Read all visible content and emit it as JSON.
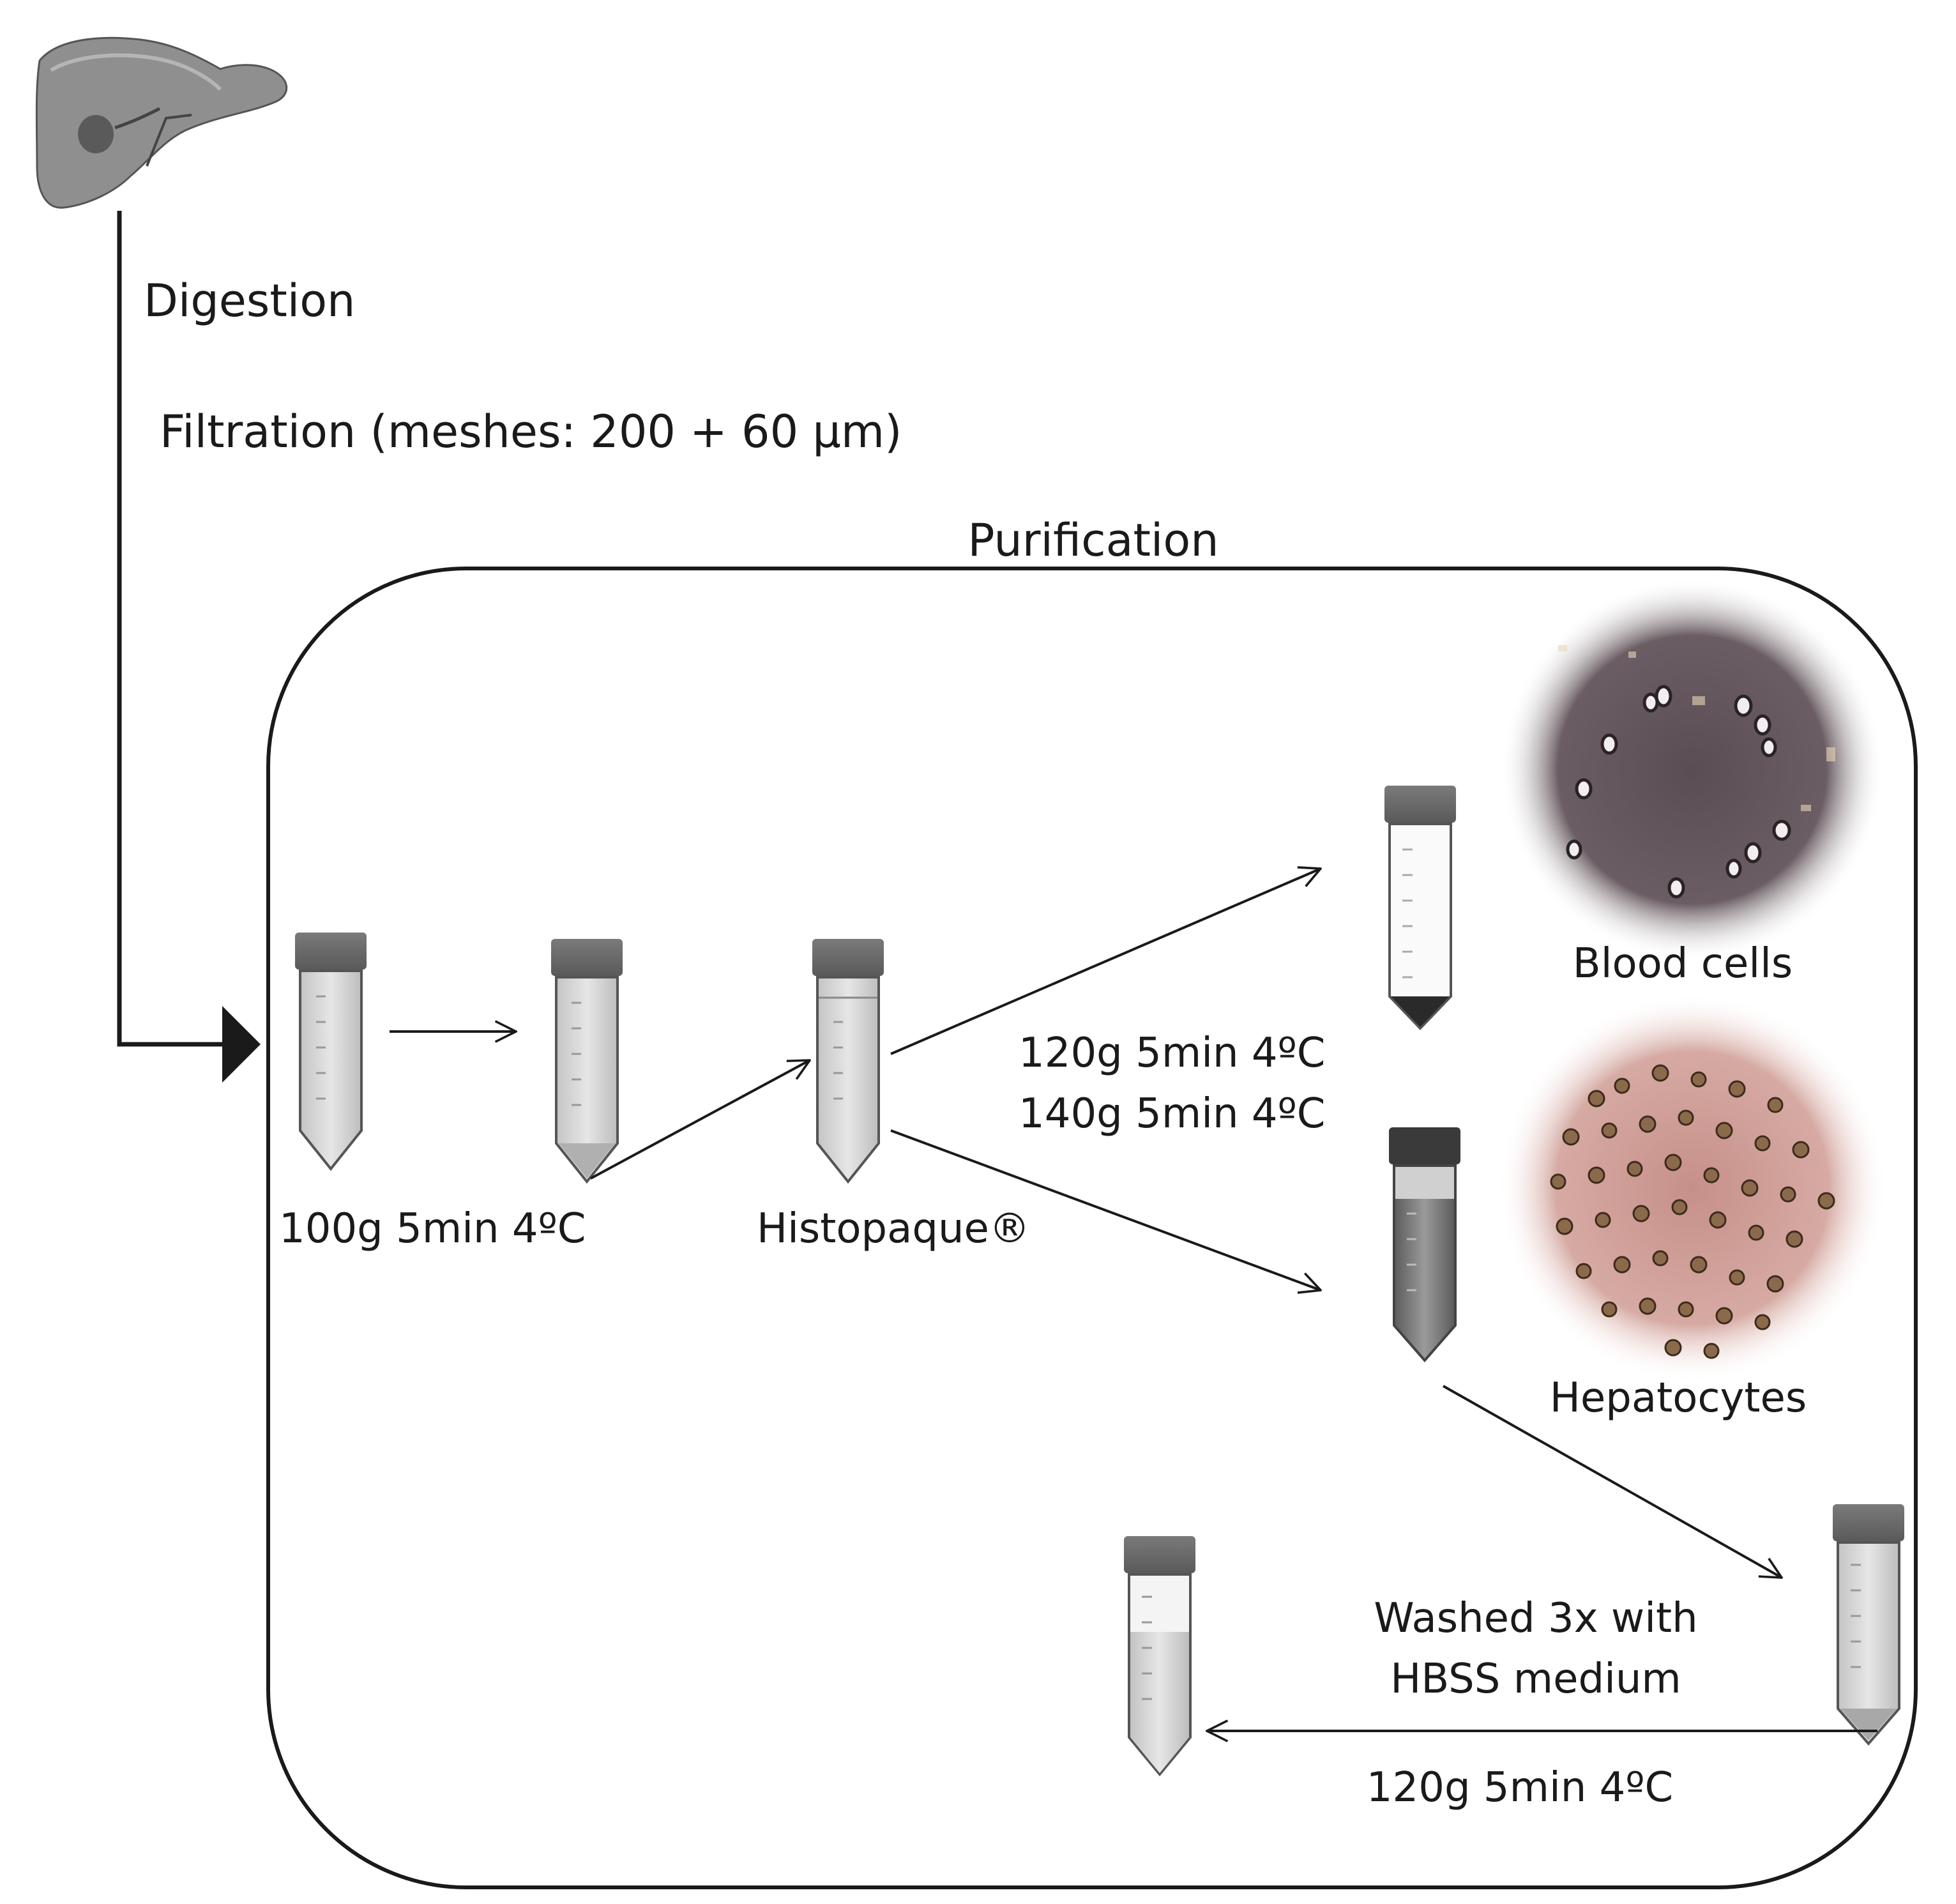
{
  "steps": {
    "digestion": "Digestion",
    "filtration": "Filtration (meshes: 200 + 60 µm)",
    "purification": "Purification"
  },
  "centrifuge": {
    "first": "100g 5min 4ºC",
    "split_line1": "120g 5min 4ºC",
    "split_line2": "140g 5min 4ºC",
    "final": "120g 5min 4ºC"
  },
  "reagents": {
    "histopaque": "Histopaque®",
    "wash_line1": "Washed 3x with",
    "wash_line2": "HBSS medium"
  },
  "fractions": {
    "blood": "Blood cells",
    "hepatocytes": "Hepatocytes"
  },
  "colors": {
    "line": "#1a1a1a",
    "tube_cap": "#6e6e6e",
    "tube_body": "#d9d9d9",
    "blood_field": "#5e5358",
    "hepatocyte_field": "#c99a93",
    "liver": "#8a8a8a"
  }
}
